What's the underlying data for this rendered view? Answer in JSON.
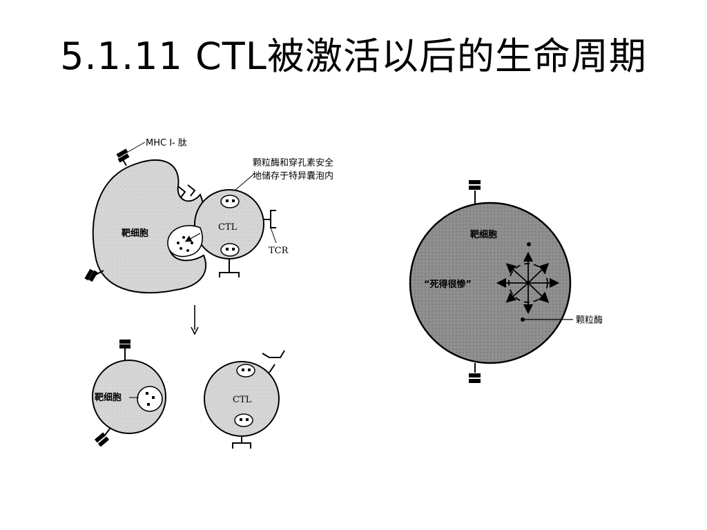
{
  "title": "5.1.11 CTL被激活以后的生命周期",
  "panel_left": {
    "mhc_label": "MHC Ⅰ- 肽",
    "granule_note_line1": "颗粒酶和穿孔素安全",
    "granule_note_line2": "地储存于特异囊泡内",
    "target_cell_label": "靶细胞",
    "ctl_label": "CTL",
    "tcr_label": "TCR",
    "lower_target_label": "靶细胞",
    "lower_ctl_label": "CTL"
  },
  "panel_right": {
    "target_cell_label": "靶细胞",
    "death_label": "“死得很惨”",
    "granzyme_label": "颗粒酶"
  },
  "colors": {
    "cell_fill": "#d9d9d9",
    "dark_cell_fill": "#8c8c8c",
    "stroke": "#000000",
    "background": "#ffffff"
  }
}
